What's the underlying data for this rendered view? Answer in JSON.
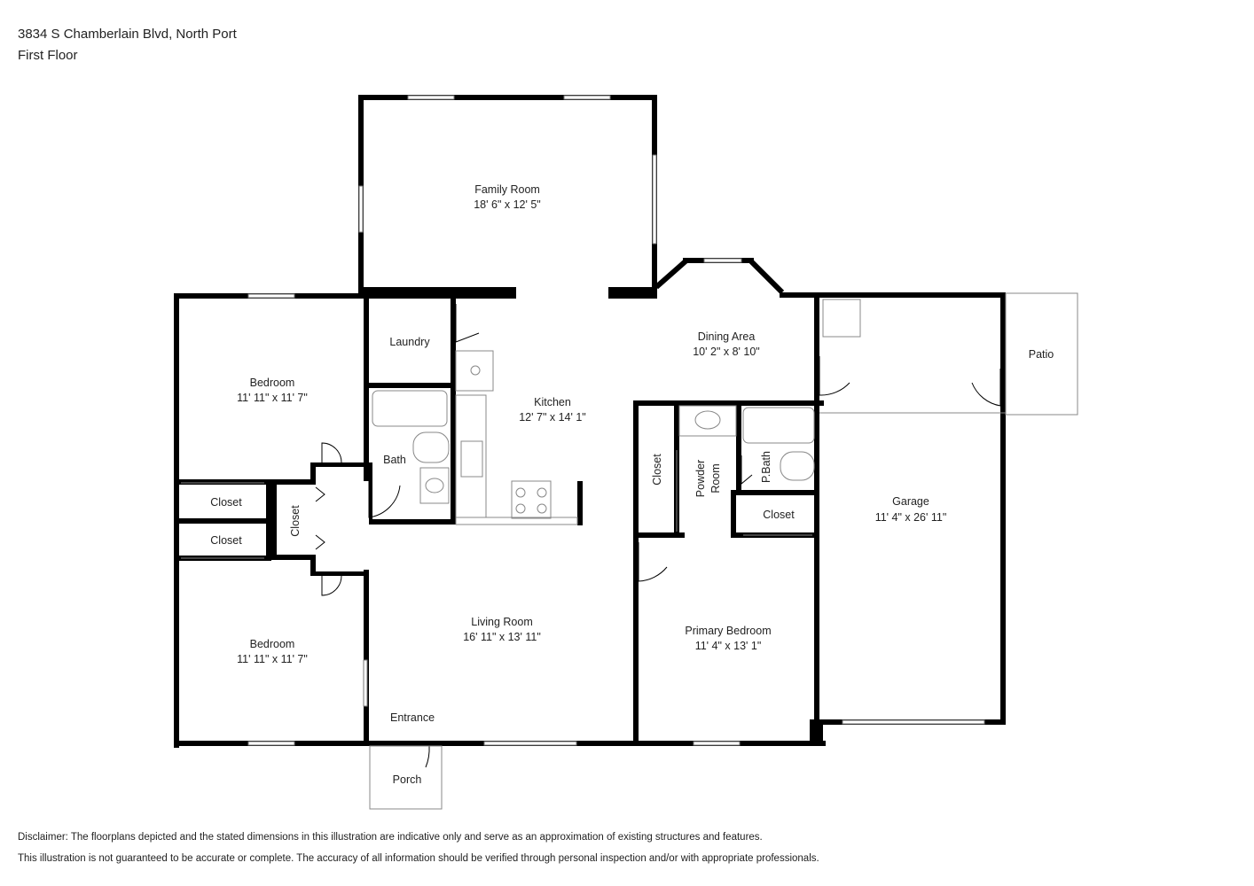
{
  "header": {
    "address": "3834 S Chamberlain Blvd, North Port",
    "floor": "First Floor"
  },
  "rooms": {
    "family_room": {
      "name": "Family Room",
      "dims": "18' 6\" x 12' 5\""
    },
    "dining_area": {
      "name": "Dining Area",
      "dims": "10' 2\" x 8' 10\""
    },
    "kitchen": {
      "name": "Kitchen",
      "dims": "12' 7\" x 14' 1\""
    },
    "laundry": {
      "name": "Laundry"
    },
    "bedroom_top": {
      "name": "Bedroom",
      "dims": "11' 11\" x 11' 7\""
    },
    "bedroom_bottom": {
      "name": "Bedroom",
      "dims": "11' 11\" x 11' 7\""
    },
    "bath": {
      "name": "Bath"
    },
    "closet_1": {
      "name": "Closet"
    },
    "closet_2": {
      "name": "Closet"
    },
    "closet_hall": {
      "name": "Closet"
    },
    "closet_primary": {
      "name": "Closet"
    },
    "closet_walkin": {
      "name": "Closet"
    },
    "powder_room": {
      "name": "Powder Room",
      "line1": "Powder",
      "line2": "Room"
    },
    "p_bath": {
      "name": "P.Bath"
    },
    "living_room": {
      "name": "Living Room",
      "dims": "16' 11\" x 13' 11\""
    },
    "primary_bedroom": {
      "name": "Primary Bedroom",
      "dims": "11' 4\" x 13' 1\""
    },
    "garage": {
      "name": "Garage",
      "dims": "11' 4\" x 26' 11\""
    },
    "patio": {
      "name": "Patio"
    },
    "entrance": {
      "name": "Entrance"
    },
    "porch": {
      "name": "Porch"
    }
  },
  "disclaimer": {
    "line1": "Disclaimer: The floorplans depicted and the stated dimensions in this illustration are indicative only and serve as an approximation of existing structures and features.",
    "line2": "This illustration is not guaranteed to be accurate or complete. The accuracy of all information should be verified through personal inspection and/or with appropriate professionals."
  }
}
